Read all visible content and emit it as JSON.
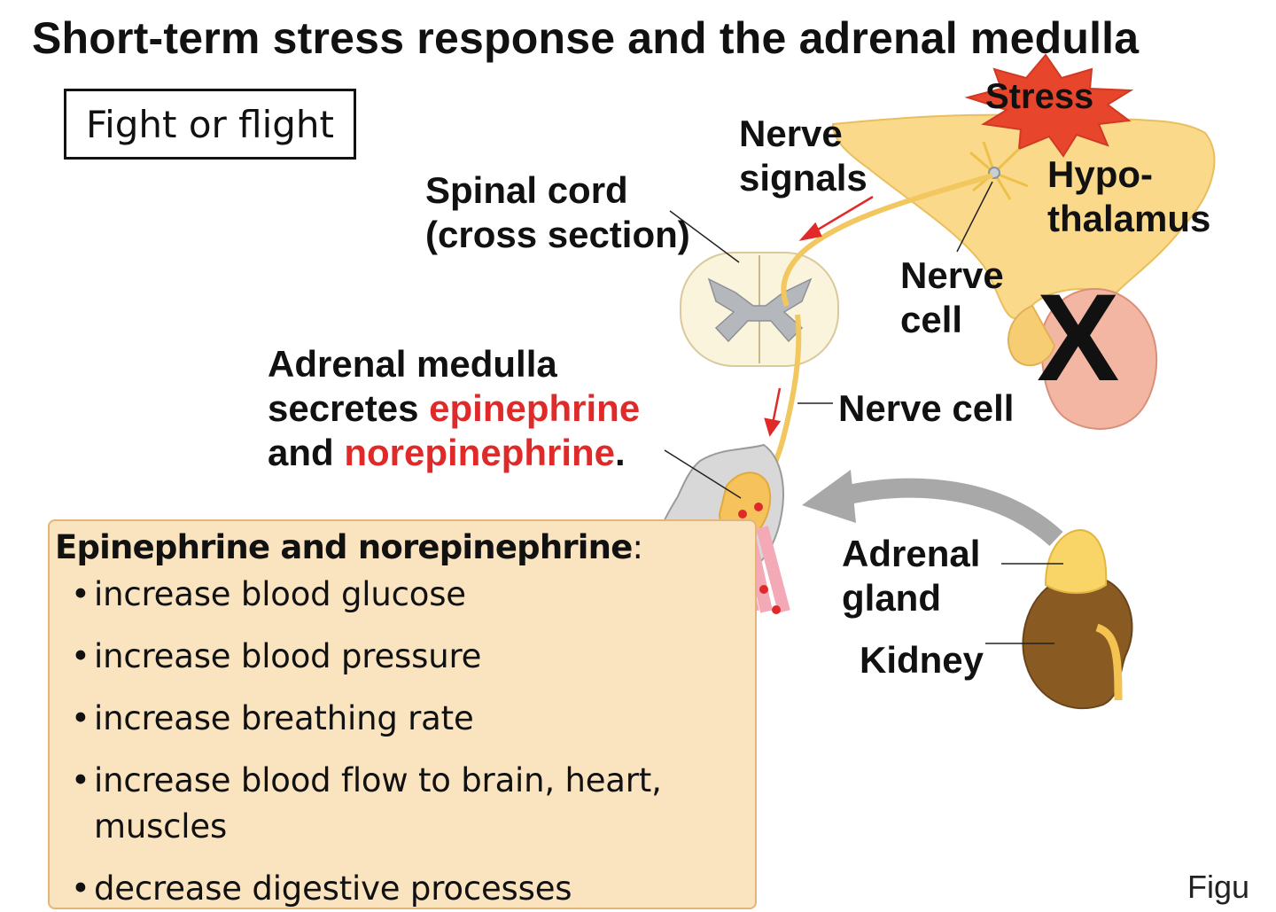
{
  "title": "Short-term stress response and the adrenal medulla",
  "fight_or_flight": "Fight or flight",
  "labels": {
    "stress": "Stress",
    "nerve_signals_line1": "Nerve",
    "nerve_signals_line2": "signals",
    "hypothalamus_line1": "Hypo-",
    "hypothalamus_line2": "thalamus",
    "spinal_cord_line1": "Spinal cord",
    "spinal_cord_line2": "(cross section)",
    "nerve_cell_upper_line1": "Nerve",
    "nerve_cell_upper_line2": "cell",
    "adrenal_medulla_line1": "Adrenal medulla",
    "adrenal_medulla_line2_prefix": "secretes ",
    "epinephrine": "epinephrine",
    "adrenal_medulla_line3_prefix": "and ",
    "norepinephrine": "norepinephrine",
    "period": ".",
    "nerve_cell_lower": "Nerve cell",
    "adrenal_gland_line1": "Adrenal",
    "adrenal_gland_line2": "gland",
    "kidney": "Kidney",
    "cross_mark": "X"
  },
  "effects": {
    "title": "Epinephrine and norepinephrine",
    "title_suffix": ":",
    "items": [
      "increase blood  glucose",
      "increase blood pressure",
      "increase breathing rate",
      "increase blood flow to brain, heart, muscles",
      "decrease  digestive processes"
    ]
  },
  "figure_cut_text": "Figu",
  "colors": {
    "text": "#111111",
    "highlight_red": "#e02a2a",
    "box_fill": "#fae3bf",
    "brain_fill": "#fbd98a",
    "pituitary_fill": "#f3b6a3",
    "stress_burst": "#e8452d",
    "kidney_fill": "#8a5a23",
    "adrenal_fill": "#f8d566",
    "gray_arrow": "#a8a8a8"
  }
}
